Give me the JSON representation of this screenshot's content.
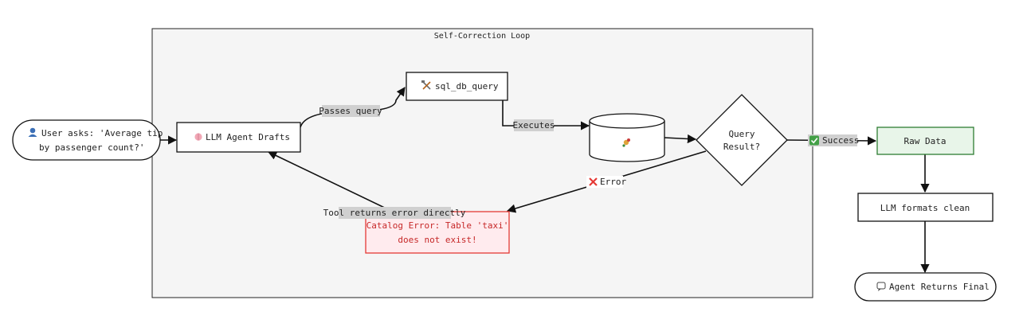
{
  "cluster": {
    "title": "Self-Correction Loop"
  },
  "nodes": {
    "user": {
      "line1": "User asks: 'Average tip",
      "line2": "by passenger count?'",
      "icon": "person-icon"
    },
    "llm_agent": {
      "label": "LLM Agent Drafts",
      "icon": "brain-icon"
    },
    "sql_tool": {
      "label": "sql_db_query",
      "icon": "hammer-wrench-icon"
    },
    "database": {
      "icon": "duck-icon"
    },
    "decision": {
      "line1": "Query",
      "line2": "Result?"
    },
    "raw_data": {
      "label": "Raw Data"
    },
    "formats": {
      "label": "LLM formats clean"
    },
    "final": {
      "label": "Agent Returns Final",
      "icon": "speech-bubble-icon"
    },
    "error": {
      "line1": "Catalog Error: Table 'taxi'",
      "line2": "does not exist!"
    }
  },
  "edges": {
    "passes_query": "Passes query",
    "executes": "Executes",
    "success": "Success",
    "error": "Error",
    "tool_returns": "Tool returns error directly"
  },
  "colors": {
    "cluster_fill": "#f5f5f5",
    "success_fill": "#e8f5e9",
    "success_stroke": "#2e7d32",
    "error_fill": "#ffebee",
    "error_stroke": "#e53935",
    "label_bg": "#d0d0d0"
  }
}
